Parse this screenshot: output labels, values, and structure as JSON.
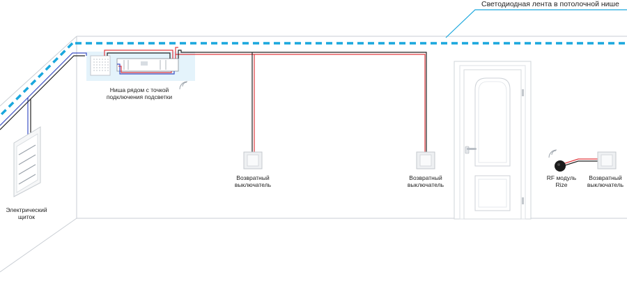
{
  "labels": {
    "led_strip": "Светодиодная лента в потолочной нише",
    "niche_line1": "Ниша рядом с точкой",
    "niche_line2": "подключения подсветки",
    "panel_line1": "Электрический",
    "panel_line2": "щиток",
    "switch1_line1": "Возвратный",
    "switch1_line2": "выключатель",
    "switch2_line1": "Возвратный",
    "switch2_line2": "выключатель",
    "switch3_line1": "Возвратный",
    "switch3_line2": "выключатель",
    "rf_line1": "RF модуль",
    "rf_line2": "Rize"
  },
  "colors": {
    "led_strip": "#1aa7dd",
    "wire_red": "#e0393e",
    "wire_black": "#222222",
    "wire_blue": "#3b4fc4",
    "wall_line": "#c9ced4",
    "niche_fill": "#e4f3fb"
  }
}
